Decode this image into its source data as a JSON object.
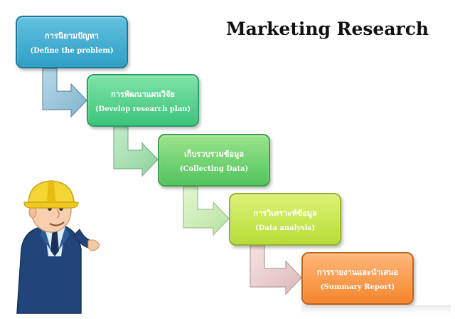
{
  "title": "Marketing Research",
  "steps": [
    {
      "th": "การนิยามปัญหา",
      "en": "(Define the problem)"
    },
    {
      "th": "การพัฒนาแผนวิจัย",
      "en": "(Develop research plan)"
    },
    {
      "th": "เก็บรวบรวมข้อมูล",
      "en": "(Collecting Data)"
    },
    {
      "th": "การวิเคราะห์ข้อมูล",
      "en": "(Data analysis)"
    },
    {
      "th": "การรายงานและนำเสนอ",
      "en": "(Summary Report)"
    }
  ],
  "colors": {
    "step1": "#3aa9cf",
    "step2": "#4fce87",
    "step3": "#66cc6a",
    "step4": "#c6e64b",
    "step5": "#f7903a",
    "arrow1": "#8fbcd3",
    "arrow2": "#9fd9a9",
    "arrow3": "#c8eab1",
    "arrow4": "#e8c8c8"
  }
}
